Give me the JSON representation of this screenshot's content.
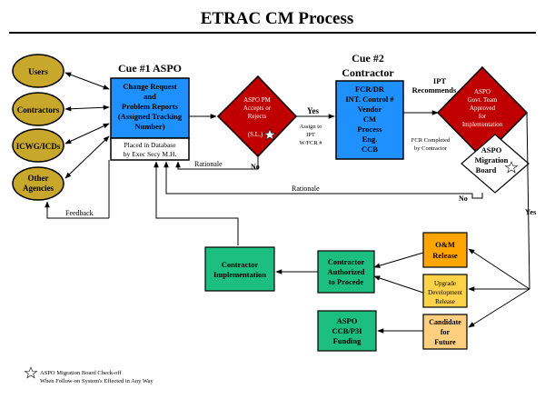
{
  "title": "ETRAC CM Process",
  "stakeholders": {
    "users": "Users",
    "contractors": "Contractors",
    "icwg": "ICWG/ICDs",
    "other_line1": "Other",
    "other_line2": "Agencies"
  },
  "cue1": {
    "heading": "Cue #1 ASPO",
    "box_lines": [
      "Change Request",
      "and",
      "Problem Reports",
      "(Assigned Tracking",
      "Number)"
    ],
    "db_lines": [
      "Placed in Database",
      "by Exec Secy M.H."
    ]
  },
  "aspo_pm": {
    "lines": [
      "ASPO PM",
      "Accepts or",
      "Rejects"
    ],
    "sl": "(S.L.)",
    "yes": "Yes",
    "no": "No",
    "assign_lines": [
      "Assign to",
      "IPT",
      "W/FCR #"
    ],
    "rationale": "Rationale"
  },
  "cue2": {
    "heading_line1": "Cue #2",
    "heading_line2": "Contractor",
    "box_lines": [
      "FCR/DR",
      "INT. Control #",
      "Vendor",
      "CM",
      "Process",
      "Eng.",
      "CCB"
    ],
    "completed_lines": [
      "FCR Completed",
      "by Contractor"
    ]
  },
  "ipt": {
    "line1": "IPT",
    "line2": "Recommends"
  },
  "aspo_govt": {
    "lines": [
      "ASPO",
      "Govt. Team",
      "Approved",
      "for",
      "Implementation"
    ],
    "yes": "Yes",
    "no": "No",
    "rationale": "Rationale"
  },
  "migration_board": {
    "lines": [
      "ASPO",
      "Migration",
      "Board"
    ]
  },
  "feedback": "Feedback",
  "outcomes": {
    "om_lines": [
      "O&M",
      "Release"
    ],
    "upgrade_lines": [
      "Upgrade",
      "Development",
      "Release"
    ],
    "candidate_lines": [
      "Candidate",
      "for",
      "Future"
    ],
    "authorized_lines": [
      "Contractor",
      "Authorized",
      "to Procede"
    ],
    "implementation_lines": [
      "Contractor",
      "Implementation"
    ],
    "funding_lines": [
      "ASPO",
      "CCB/P3I",
      "Funding"
    ]
  },
  "footnote": {
    "line1": "ASPO Migration Board Check-off",
    "line2": "When Follow-on System's Effected in Any Way"
  },
  "colors": {
    "olive": "#c8a82a",
    "blue": "#1e90ff",
    "red": "#c00000",
    "green": "#1dbf80",
    "orange": "#ffa500",
    "yellow": "#ffd24a",
    "peach": "#ffcf80"
  }
}
